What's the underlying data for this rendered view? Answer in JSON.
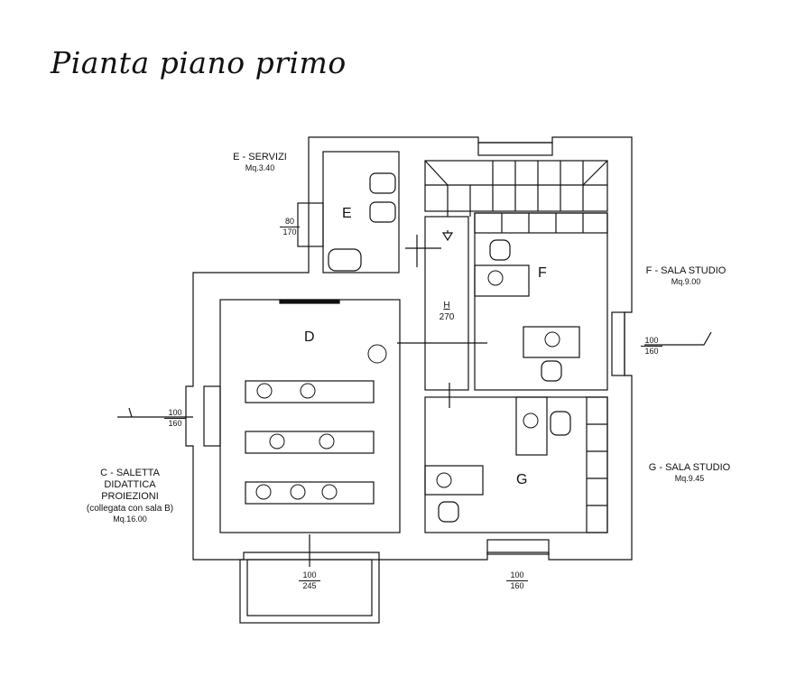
{
  "title": "Pianta piano primo",
  "rooms": {
    "E": {
      "letter": "E",
      "name": "E - SERVIZI",
      "area": "Mq.3.40"
    },
    "F": {
      "letter": "F",
      "name": "F - SALA STUDIO",
      "area": "Mq.9.00"
    },
    "G": {
      "letter": "G",
      "name": "G - SALA STUDIO",
      "area": "Mq.9.45"
    },
    "D": {
      "letter": "D"
    },
    "C": {
      "line1": "C - SALETTA",
      "line2": "DIDATTICA",
      "line3": "PROIEZIONI",
      "line4": "(collegata con sala B)",
      "area": "Mq.16.00"
    },
    "H": {
      "letter": "H",
      "height": "270"
    }
  },
  "dimensions": {
    "e_window": {
      "num": "80",
      "den": "170"
    },
    "f_window": {
      "num": "100",
      "den": "160"
    },
    "c_window": {
      "num": "100",
      "den": "160"
    },
    "balcony_door": {
      "num": "100",
      "den": "245"
    },
    "g_window": {
      "num": "100",
      "den": "160"
    }
  }
}
